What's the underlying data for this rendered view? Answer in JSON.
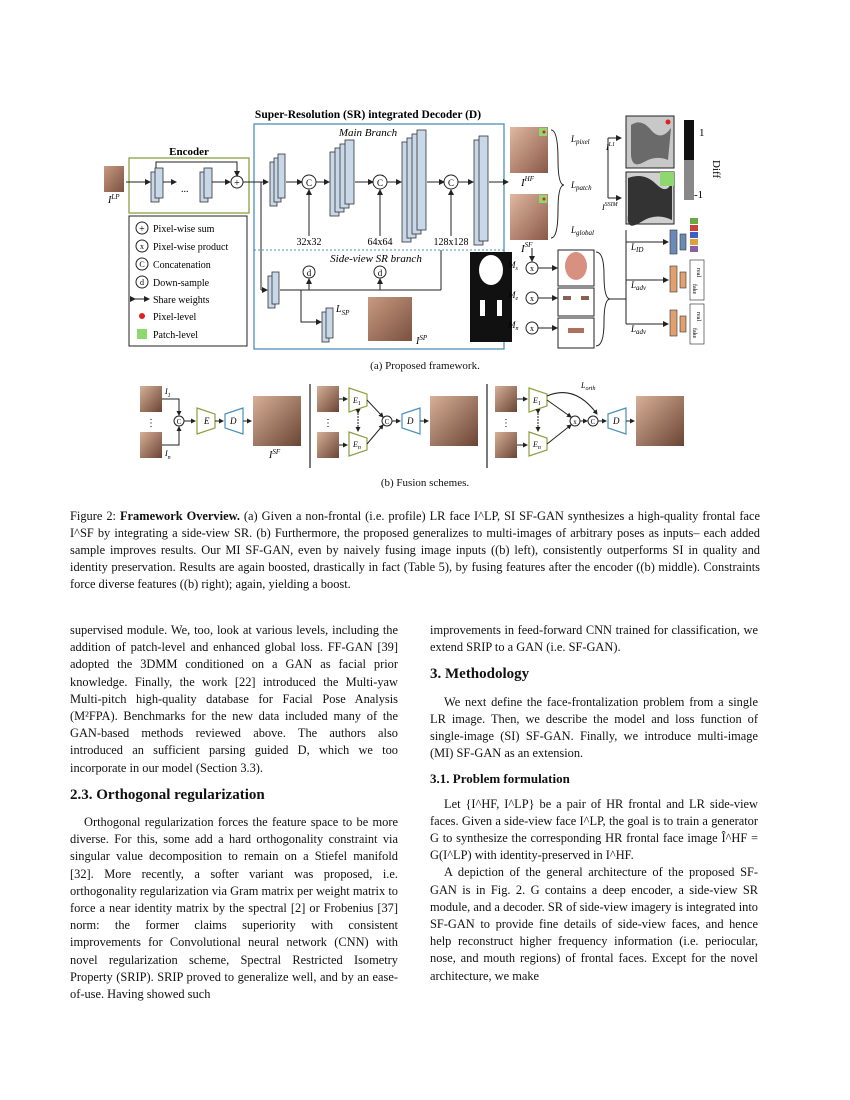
{
  "figure_a": {
    "decoder_title": "Super-Resolution (SR) integrated Decoder (D)",
    "encoder_label": "Encoder",
    "main_branch": "Main Branch",
    "side_branch": "Side-view  SR branch",
    "sizes": [
      "32x32",
      "64x64",
      "128x128"
    ],
    "input_label": "I",
    "input_sup": "LP",
    "hf_label": "I",
    "hf_sup": "HF",
    "sf_label": "I",
    "sf_sup": "SF",
    "sp_label": "I",
    "sp_sup": "SP",
    "lsp_label": "L",
    "lsp_sub": "SP",
    "loss_pixel": "pixel",
    "loss_patch": "patch",
    "loss_global": "global",
    "loss_id": "ID",
    "loss_adv": "adv",
    "l1_label": "L1",
    "ssim_label": "SSIM",
    "diff_label": "Diff",
    "diff_max": "1",
    "diff_min": "-1",
    "legend": [
      {
        "icon": "+",
        "text": "Pixel-wise sum"
      },
      {
        "icon": "x",
        "text": "Pixel-wise product"
      },
      {
        "icon": "C",
        "text": "Concatenation"
      },
      {
        "icon": "d",
        "text": "Down-sample"
      },
      {
        "icon": "arrows",
        "text": "Share weights"
      },
      {
        "icon": "dot",
        "text": "Pixel-level"
      },
      {
        "icon": "square",
        "text": "Patch-level"
      }
    ],
    "masks": [
      "M",
      "M",
      "M"
    ],
    "mask_subs": [
      "s",
      "e",
      "n"
    ],
    "real_fake": [
      "real",
      "fake",
      "real",
      "fake",
      "real",
      "fake"
    ],
    "ellipsis": "...",
    "caption": "(a) Proposed framework."
  },
  "figure_b": {
    "caption": "(b) Fusion schemes.",
    "e_label": "E",
    "d_label": "D",
    "e1": "E",
    "en": "E",
    "i1": "I",
    "in": "I",
    "isf": "I",
    "orth": "orth"
  },
  "figcaption": {
    "prefix": "Figure 2: ",
    "bold": "Framework Overview.",
    "text": " (a) Given a non-frontal (i.e. profile) LR face I^LP, SI SF-GAN synthesizes a high-quality frontal face I^SF by integrating a side-view SR. (b) Furthermore, the proposed generalizes to multi-images of arbitrary poses as inputs– each added sample improves results. Our MI SF-GAN, even by naively fusing image inputs ((b) left), consistently outperforms SI in quality and identity preservation. Results are again boosted, drastically in fact (Table 5), by fusing features after the encoder ((b) middle). Constraints force diverse features ((b) right); again, yielding a boost."
  },
  "left_column": {
    "p1": "supervised module. We, too, look at various levels, including the addition of patch-level and enhanced global loss. FF-GAN [39] adopted the 3DMM conditioned on a GAN as facial prior knowledge. Finally, the work [22] introduced the Multi-yaw Multi-pitch high-quality database for Facial Pose Analysis (M²FPA). Benchmarks for the new data included many of the GAN-based methods reviewed above. The authors also introduced an sufficient parsing guided D, which we too incorporate in our model (Section 3.3).",
    "h_23": "2.3. Orthogonal regularization",
    "p2": "Orthogonal regularization forces the feature space to be more diverse. For this, some add a hard orthogonality constraint via singular value decomposition to remain on a Stiefel manifold [32]. More recently, a softer variant was proposed, i.e. orthogonality regularization via Gram matrix per weight matrix to force a near identity matrix by the spectral [2] or Frobenius [37] norm: the former claims superiority with consistent improvements for Convolutional neural network (CNN) with novel regularization scheme, Spectral Restricted Isometry Property (SRIP). SRIP proved to generalize well, and by an ease-of-use. Having showed such"
  },
  "right_column": {
    "p1": "improvements in feed-forward CNN trained for classification, we extend SRIP to a GAN (i.e. SF-GAN).",
    "h_3": "3. Methodology",
    "p2": "We next define the face-frontalization problem from a single LR image. Then, we describe the model and loss function of single-image (SI) SF-GAN. Finally, we introduce multi-image (MI) SF-GAN as an extension.",
    "h_31": "3.1. Problem formulation",
    "p3": "Let {I^HF, I^LP} be a pair of HR frontal and LR side-view faces. Given a side-view face I^LP, the goal is to train a generator G to synthesize the corresponding HR frontal face image Î^HF = G(I^LP) with identity-preserved in I^HF.",
    "p4": "A depiction of the general architecture of the proposed SF-GAN is in Fig. 2. G contains a deep encoder, a side-view SR module, and a decoder. SR of side-view imagery is integrated into SF-GAN to provide fine details of side-view faces, and hence help reconstruct higher frequency information (i.e. periocular, nose, and mouth regions) of frontal faces. Except for the novel architecture, we make"
  }
}
